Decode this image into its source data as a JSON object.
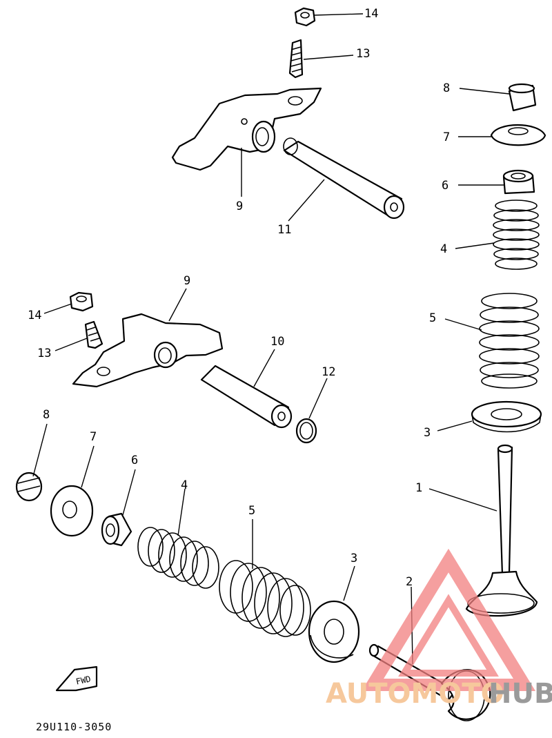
{
  "callouts": {
    "top_nut": "14",
    "top_screw": "13",
    "top_arm": "9",
    "top_shaft": "11",
    "right_retainer_key": "8",
    "right_spring_seat_top": "7",
    "right_seal": "6",
    "right_inner_spring": "4",
    "right_outer_spring": "5",
    "right_spring_seat_bottom": "3",
    "right_valve": "1",
    "mid_arm": "9",
    "mid_nut": "14",
    "mid_screw": "13",
    "mid_shaft": "10",
    "mid_oring": "12",
    "bottom_key": "8",
    "bottom_retainer": "7",
    "bottom_seal": "6",
    "bottom_inner_spring": "4",
    "bottom_outer_spring": "5",
    "bottom_seat": "3",
    "bottom_valve": "2"
  },
  "fwd_label": "FWD",
  "diagram_code": "29U110-3050",
  "watermark": {
    "part1": "AUTOMOTO",
    "part2": "HUB",
    "color_logo": "#f28080",
    "color_text1": "#f6c89c",
    "color_text2": "#9a9a9a"
  }
}
